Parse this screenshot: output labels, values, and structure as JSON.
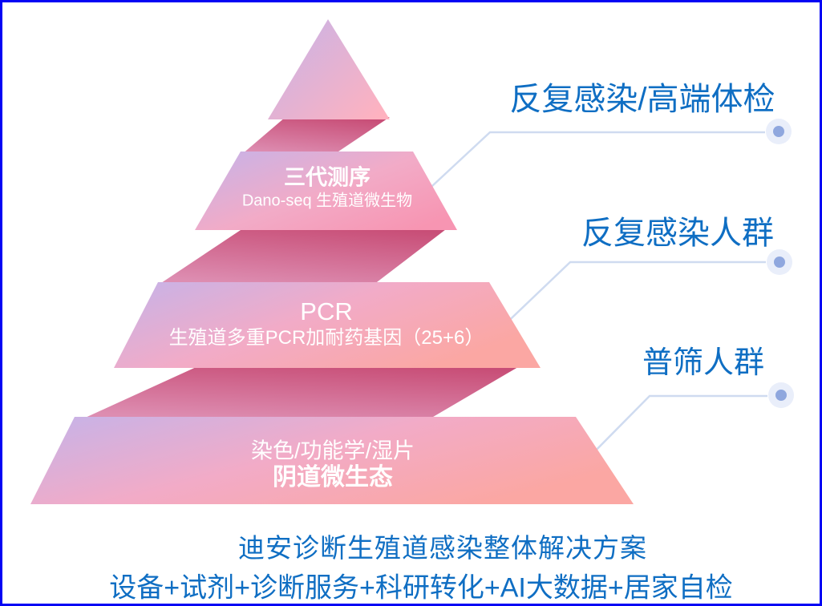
{
  "colors": {
    "background": "#ffffff",
    "border-blue": "#0404f4",
    "label-blue": "#0f6ec3",
    "tier-text": "#ffffff",
    "lavender": "#c5b3e9",
    "pink": "#f2abc7",
    "pink-deep": "#f795b2",
    "salmon": "#fba7a3",
    "triangle-pink": "#ffb2bf",
    "fold-dark": "#c84e77",
    "fold-light": "#dd8db1",
    "connector": "#cfdbf0",
    "dot-outer": "#e9eefa",
    "dot-inner": "#8fa7de"
  },
  "pyramid": {
    "tiers": [
      {
        "name": "sequencing",
        "title": "三代测序",
        "subtitle": "Dano-seq 生殖道微生物"
      },
      {
        "name": "pcr",
        "title": "PCR",
        "subtitle": "生殖道多重PCR加耐药基因（25+6）"
      },
      {
        "name": "microecology",
        "title": "染色/功能学/湿片",
        "subtitle": "阴道微生态"
      }
    ]
  },
  "annotations": [
    {
      "label": "反复感染/高端体检"
    },
    {
      "label": "反复感染人群"
    },
    {
      "label": "普筛人群"
    }
  ],
  "footer": {
    "line1": "迪安诊断生殖道感染整体解决方案",
    "line2": "设备+试剂+诊断服务+科研转化+AI大数据+居家自检"
  }
}
